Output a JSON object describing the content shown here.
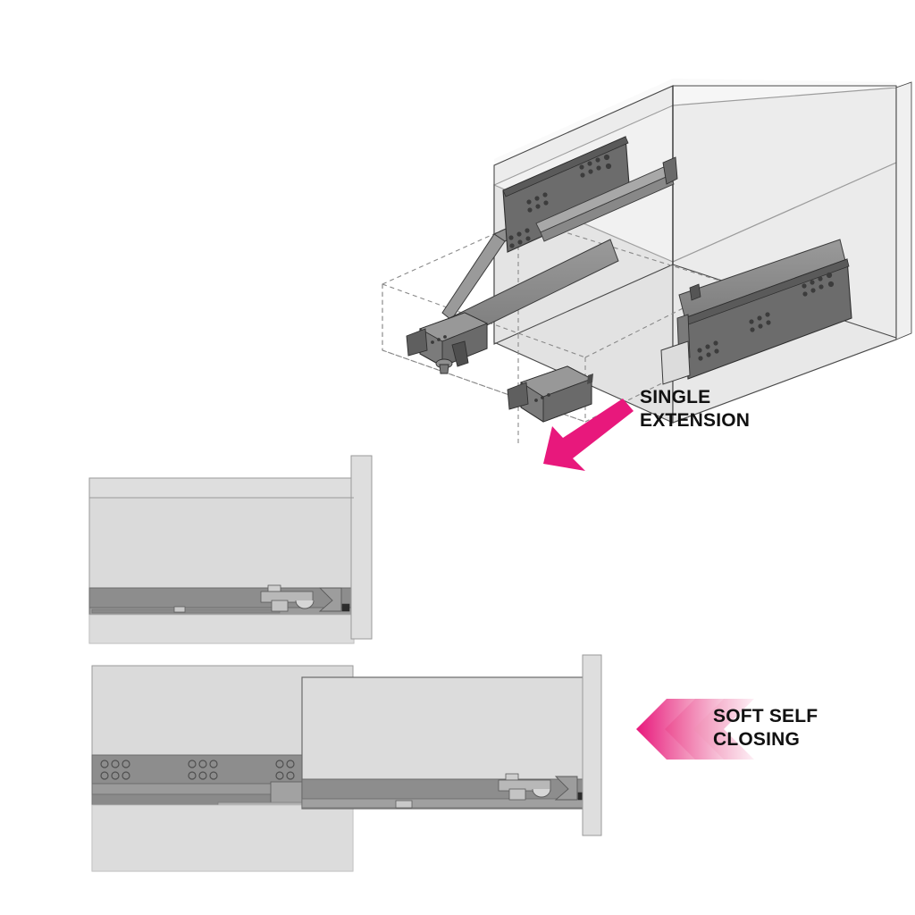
{
  "figure": {
    "type": "technical-illustration",
    "subject": "drawer slide runner system",
    "background_color": "#ffffff"
  },
  "annotations": {
    "single_extension": {
      "label": "SINGLE\nEXTENSION",
      "line1": "SINGLE",
      "line2": "EXTENSION",
      "marker": "arrow",
      "marker_direction": "down-left",
      "color": "#E8187C",
      "text_color": "#111111"
    },
    "soft_self_closing": {
      "label": "SOFT SELF\nCLOSING",
      "line1": "SOFT SELF",
      "line2": "CLOSING",
      "marker": "triple-chevron",
      "marker_direction": "left",
      "chevron_count": 3,
      "color_dark": "#E8187C",
      "color_mid": "#EE6FA3",
      "color_light": "#F9D2E2",
      "text_color": "#111111"
    }
  },
  "views": {
    "isometric": {
      "name": "Isometric exploded view",
      "components": [
        "cabinet-carcass",
        "left-slide-rail",
        "right-slide-rail",
        "locking-device-front",
        "locking-device-rear",
        "dowel-peg",
        "drawer-outline-dashed"
      ]
    },
    "section_closed": {
      "name": "Side section - drawer closed",
      "components": [
        "cabinet-body",
        "slide-rail-band",
        "front-panel",
        "latch-mechanism"
      ]
    },
    "section_open": {
      "name": "Side section - drawer extended",
      "components": [
        "cabinet-body",
        "slide-rail-band-with-mounting-holes",
        "extended-drawer-box",
        "front-panel",
        "latch-mechanism"
      ]
    }
  },
  "palette": {
    "body_light": "#d9d9d9",
    "body_lighter": "#e4e4e4",
    "rail_mid": "#8d8d8d",
    "rail_dark": "#6f6f6f",
    "rail_darker": "#5a5a5a",
    "metal_light": "#c2c2c2",
    "outline": "#3a3a3a",
    "dashed": "#8a8a8a",
    "accent_pink": "#E8187C"
  }
}
